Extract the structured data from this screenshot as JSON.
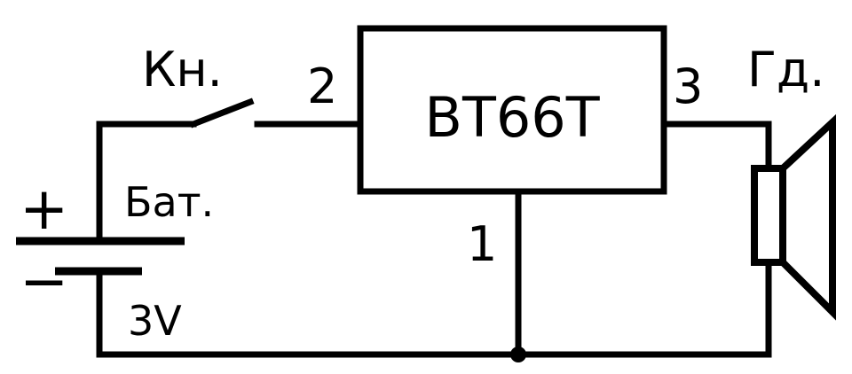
{
  "chip": {
    "name": "BT66T"
  },
  "pins": {
    "pin1": "1",
    "pin2": "2",
    "pin3": "3"
  },
  "switch": {
    "label": "Кн."
  },
  "battery": {
    "label": "Бат.",
    "voltage": "3V",
    "plus": "+",
    "minus": "−"
  },
  "speaker": {
    "label": "Гд."
  },
  "colors": {
    "line": "#000000",
    "background": "#ffffff"
  }
}
